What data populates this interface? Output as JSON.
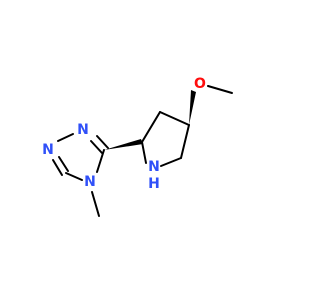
{
  "molecule": {
    "atoms": {
      "n_triazole_1": {
        "label": "N",
        "color": "#3050F8"
      },
      "n_triazole_2": {
        "label": "N",
        "color": "#3050F8"
      },
      "n_triazole_4": {
        "label": "N",
        "color": "#3050F8"
      },
      "nh_pyrrolidine": {
        "label": "N",
        "color": "#3050F8"
      },
      "h_pyrrolidine": {
        "label": "H",
        "color": "#3050F8"
      },
      "o_methoxy": {
        "label": "O",
        "color": "#FF0D0D"
      }
    },
    "colors": {
      "bond": "#000000",
      "nitrogen": "#3050F8",
      "oxygen": "#FF0D0D",
      "background": "#ffffff"
    }
  }
}
